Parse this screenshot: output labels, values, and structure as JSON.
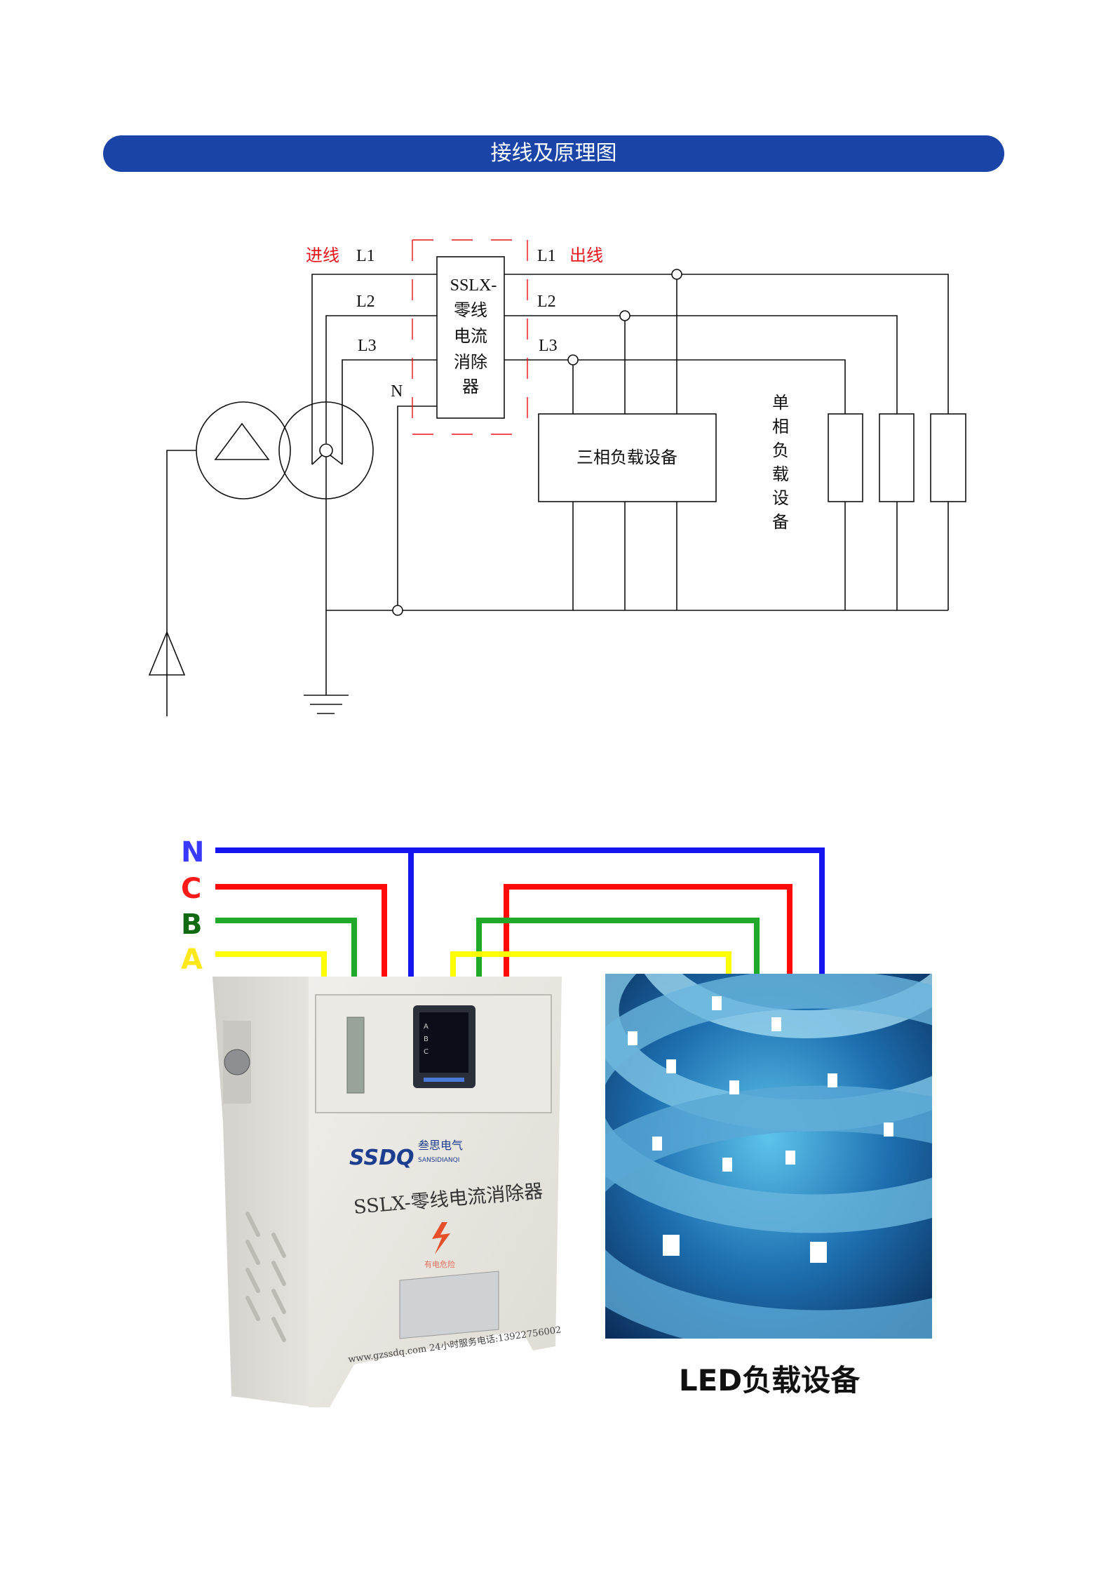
{
  "header": {
    "title": "接线及原理图"
  },
  "diagram": {
    "incoming": "进线",
    "outgoing": "出线",
    "in_phases": [
      "L1",
      "L2",
      "L3"
    ],
    "out_phases": [
      "L1",
      "L2",
      "L3"
    ],
    "neutral": "N",
    "device_lines": [
      "SSLX-",
      "零线",
      "电流",
      "消除",
      "器"
    ],
    "three_phase_load": "三相负载设备",
    "single_phase_load": [
      "单",
      "相",
      "负",
      "载",
      "设",
      "备"
    ]
  },
  "wiring": {
    "labels": [
      "N",
      "C",
      "B",
      "A"
    ],
    "colors": {
      "N": "#1515f0",
      "C": "#ff0a0a",
      "B": "#1fa82a",
      "A": "#ffff00"
    },
    "label_colors": {
      "N": "#3a3aff",
      "C": "#ff1a1a",
      "B": "#0f6a12",
      "A": "#ffe81a"
    }
  },
  "device": {
    "logo": "SSDQ",
    "brand_cn": "叁思电气",
    "brand_en": "SANSIDIANQI",
    "model": "SSLX-零线电流消除器",
    "warning": "有电危险",
    "footer": "www.gzssdq.com 24小时服务电话:13922756002",
    "meter_labels": [
      "A",
      "B",
      "C"
    ]
  },
  "led": {
    "caption": "LED负载设备"
  }
}
